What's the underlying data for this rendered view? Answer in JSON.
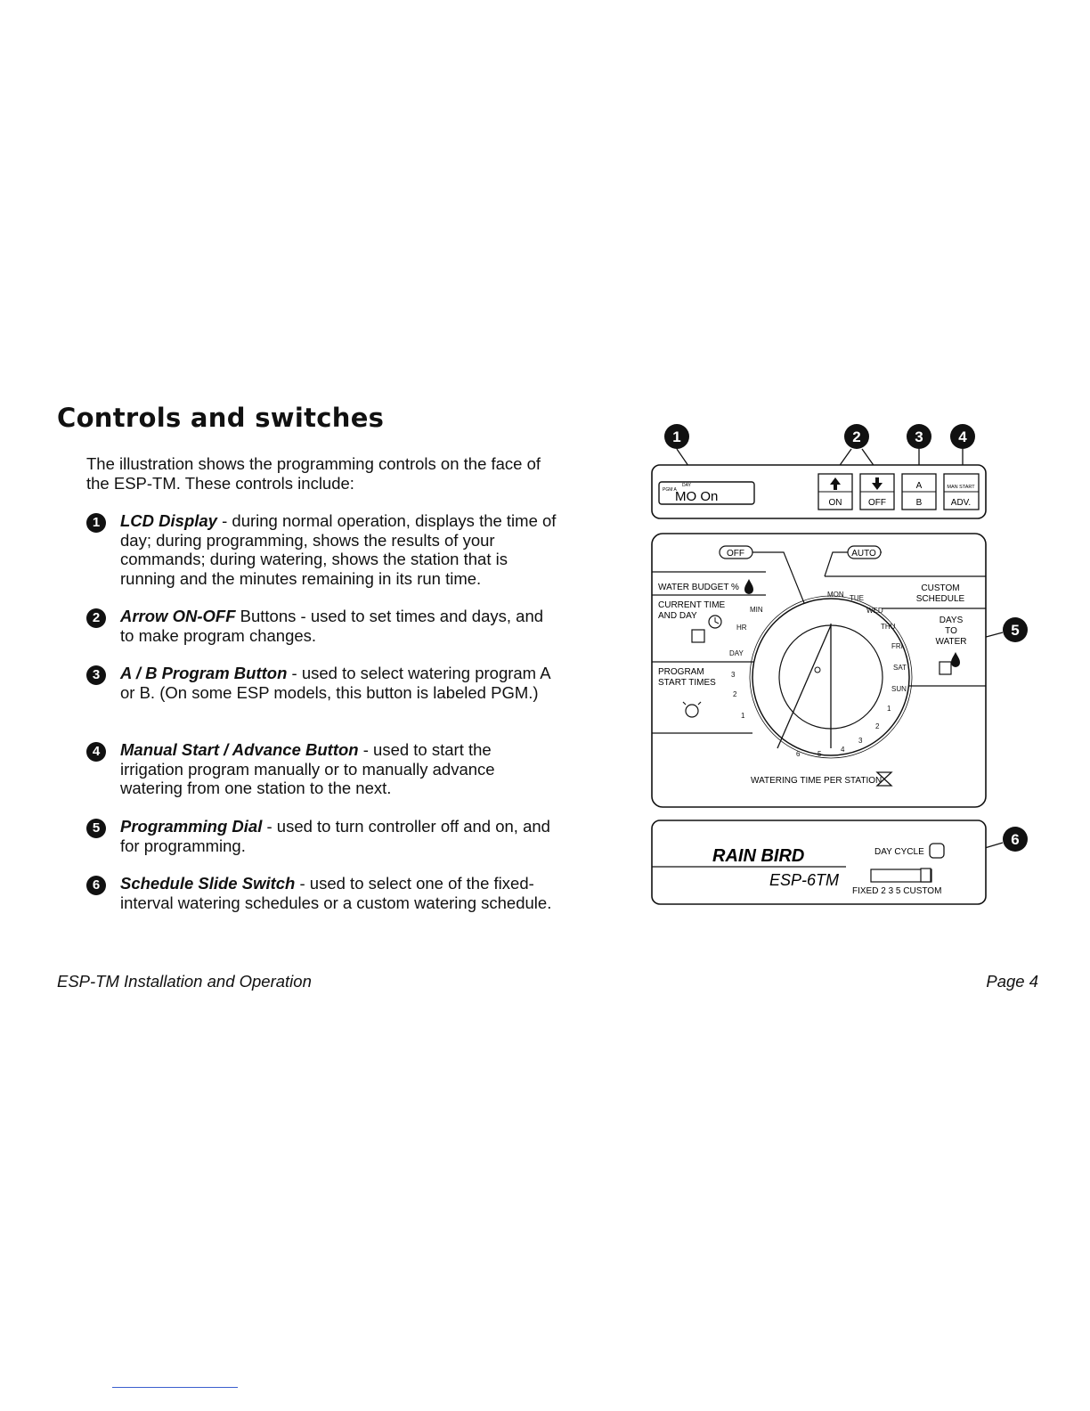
{
  "page": {
    "heading": "Controls and switches",
    "intro": "The illustration shows the programming controls on the face of the ESP-TM. These controls include:",
    "items": [
      {
        "num": "1",
        "term": "LCD Display",
        "desc": " - during normal operation, displays the time of day; during programming, shows the results of your commands; during watering, shows the station that is running and the minutes remaining in its run time."
      },
      {
        "num": "2",
        "term": "Arrow ON-OFF",
        "desc": " Buttons - used to set times and days, and to make program changes."
      },
      {
        "num": "3",
        "term": "A / B Program Button",
        "desc": " - used to select watering program A or B. (On some ESP models, this button is labeled PGM.)"
      },
      {
        "num": "4",
        "term": "Manual Start / Advance Button",
        "desc": " - used to start the irrigation program manually or to manually advance watering from one station to the next."
      },
      {
        "num": "5",
        "term": "Programming Dial",
        "desc": " - used to turn controller off and on, and for programming."
      },
      {
        "num": "6",
        "term": "Schedule Slide Switch",
        "desc": " - used to select one of the fixed-interval watering schedules or a custom watering schedule."
      }
    ],
    "footer_left": "ESP-TM Installation and Operation",
    "footer_right": "Page 4"
  },
  "figure": {
    "callouts": [
      "1",
      "2",
      "3",
      "4",
      "5",
      "6"
    ],
    "lcd": {
      "pgm": "PGM A",
      "day": "DAY",
      "text": "MO  On"
    },
    "buttons": {
      "on": "ON",
      "off": "OFF",
      "a": "A",
      "b": "B",
      "man_start": "MAN START",
      "adv": "ADV."
    },
    "dial": {
      "off": "OFF",
      "auto": "AUTO",
      "water_budget": "WATER BUDGET %",
      "current_time_1": "CURRENT TIME",
      "current_time_2": "AND DAY",
      "program_start_1": "PROGRAM",
      "program_start_2": "START TIMES",
      "custom_schedule_1": "CUSTOM",
      "custom_schedule_2": "SCHEDULE",
      "days_to_water_1": "DAYS",
      "days_to_water_2": "TO",
      "days_to_water_3": "WATER",
      "watering_time": "WATERING TIME PER STATION",
      "left_ring": [
        "MIN",
        "HR",
        "DAY",
        "3",
        "2",
        "1"
      ],
      "right_ring": [
        "MON",
        "TUE",
        "WED",
        "THU",
        "FRI",
        "SAT",
        "SUN",
        "1",
        "2",
        "3",
        "4",
        "5",
        "6"
      ]
    },
    "brand": {
      "logo": "RAIN BIRD",
      "model": "ESP-6TM",
      "day_cycle": "DAY CYCLE",
      "switch_labels": "FIXED  2  3  5  CUSTOM"
    }
  }
}
